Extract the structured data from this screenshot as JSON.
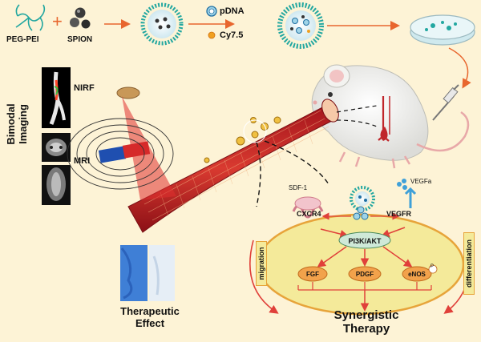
{
  "synthesis": {
    "reagent_a": "PEG-PEI",
    "reagent_b": "SPION",
    "plus": "+",
    "payload_1": "pDNA",
    "payload_2": "Cy7.5"
  },
  "imaging": {
    "title_line1": "Bimodal",
    "title_line2": "Imaging",
    "nirf": "NIRF",
    "mri": "MRI"
  },
  "therapeutic": {
    "line1": "Therapeutic",
    "line2": "Effect"
  },
  "pathway": {
    "sdf": "SDF-1",
    "cxcr4": "CXCR4",
    "vegfa": "VEGFa",
    "vegfr": "VEGFR",
    "pi3k": "PI3K/AKT",
    "fgf": "FGF",
    "pdgf": "PDGF",
    "enos": "eNOS",
    "p": "P",
    "migration": "migration",
    "differentiation": "differentiation"
  },
  "synergy": {
    "line1": "Synergistic",
    "line2": "Therapy"
  },
  "colors": {
    "background": "#fdf3d6",
    "arrow": "#e8662e",
    "vessel": "#c0262b",
    "cell_fill": "#f4ea9a",
    "cell_border": "#e7a43a",
    "nanoparticle_core": "#dff1f7",
    "peg_chain": "#22a7a0",
    "spion": "#3a3a3a",
    "cy75": "#f0a020",
    "pi3k_fill": "#cfe9d8",
    "factor_fill": "#f2a24b",
    "pathway_arrow": "#e0403a",
    "blue_stain": "#3f7fd6"
  }
}
